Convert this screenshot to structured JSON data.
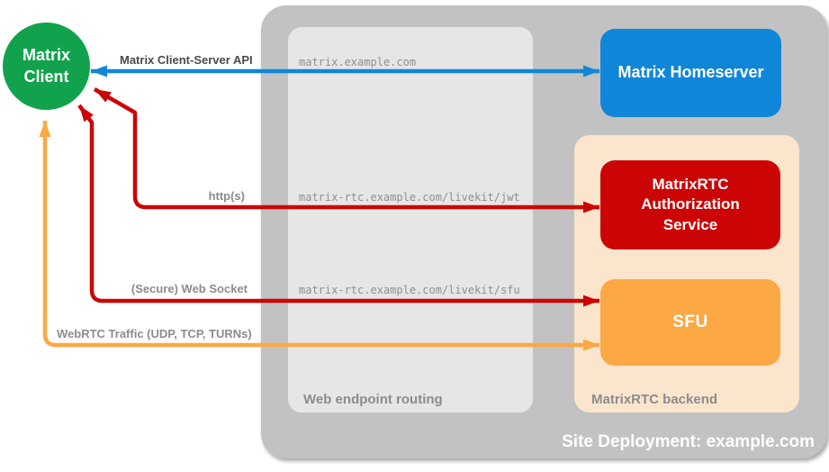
{
  "site": {
    "label": "Site Deployment: example.com"
  },
  "regions": {
    "routing": "Web endpoint routing",
    "backend": "MatrixRTC backend"
  },
  "nodes": {
    "client": "Matrix Client",
    "homeserver": "Matrix Homeserver",
    "auth": "MatrixRTC Authorization Service",
    "sfu": "SFU"
  },
  "arrows": [
    {
      "id": "client-server-api",
      "label": "Matrix Client-Server API",
      "endpoint": "matrix.example.com",
      "color": "#1086d9"
    },
    {
      "id": "http",
      "label": "http(s)",
      "endpoint": "matrix-rtc.example.com/livekit/jwt",
      "color": "#cb0505"
    },
    {
      "id": "websocket",
      "label": "(Secure) Web Socket",
      "endpoint": "matrix-rtc.example.com/livekit/sfu",
      "color": "#cb0505"
    },
    {
      "id": "webrtc",
      "label": "WebRTC Traffic (UDP, TCP, TURNs)",
      "color": "#fca844"
    }
  ],
  "colors": {
    "client_green": "#12a24d",
    "homeserver_blue": "#1086d9",
    "auth_red": "#cb0505",
    "sfu_orange": "#fca844",
    "backend_peach": "#fce5cd",
    "site_gray": "#c2c2c2",
    "routing_gray": "#e6e6e6",
    "label_gray": "#8c8c8c"
  }
}
